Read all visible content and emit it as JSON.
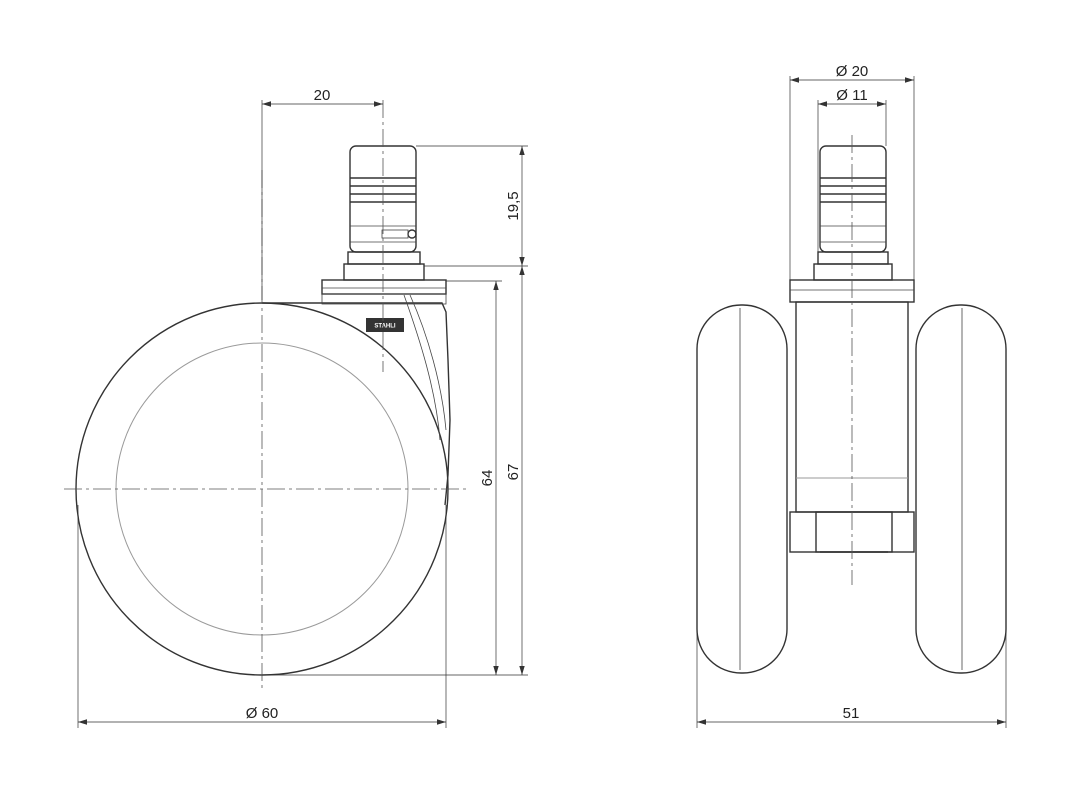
{
  "dimensions": {
    "side_offset": "20",
    "stem_height": "19,5",
    "wheel_height_64": "64",
    "total_height_67": "67",
    "wheel_diameter": "Ø 60",
    "collar_diameter": "Ø 20",
    "stem_diameter": "Ø 11",
    "total_width": "51"
  },
  "logo": {
    "text": "STAHLI"
  }
}
